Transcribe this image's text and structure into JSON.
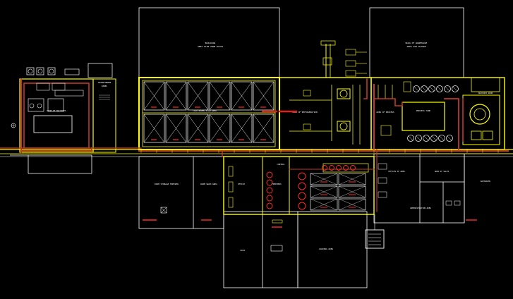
{
  "colors": {
    "background": "#000000",
    "outline": "#ffffff",
    "wall": "#ffff00",
    "pipe": "#c0392b",
    "pipe_hot": "#e0201a",
    "equipment": "#e8e8e8",
    "accent": "#ff2a2a"
  },
  "labels": {
    "top_building": "BUILDING",
    "top_building_sub": "AREA PLAN ZONE BLOCK",
    "right_building": "BLDG OF WAREHOUSE",
    "right_building_sub": "AREA FOR FUTURE",
    "left_equipment_1": "TRANSFORMER",
    "left_equipment_2": "PANEL",
    "left_room": "ROOM OF MACHINES",
    "cold_rooms": "COLD ROOMS PLAN AREA",
    "mid_room": "ROOM OF REFRIGERATION",
    "process_area": "AREA OF PROCESS",
    "process_tank": "PROCESS TANK",
    "right_process": "MACHINES ROOM",
    "lower_room_1": "ROOM STORAGE FREEZER",
    "lower_room_2": "ROOM WASH AREA",
    "lower_room_3": "OFFICE",
    "lower_room_4": "CONTROL",
    "lower_mid": "FREEZERS",
    "right_lower_1": "OFFICES OF AREA",
    "right_lower_2": "AREA OF SALES",
    "right_lower_3": "BATHROOMS",
    "right_lower_4": "ADMINISTRATION AREA",
    "bottom_left": "DOCK",
    "bottom_right": "LOADING AREA"
  }
}
